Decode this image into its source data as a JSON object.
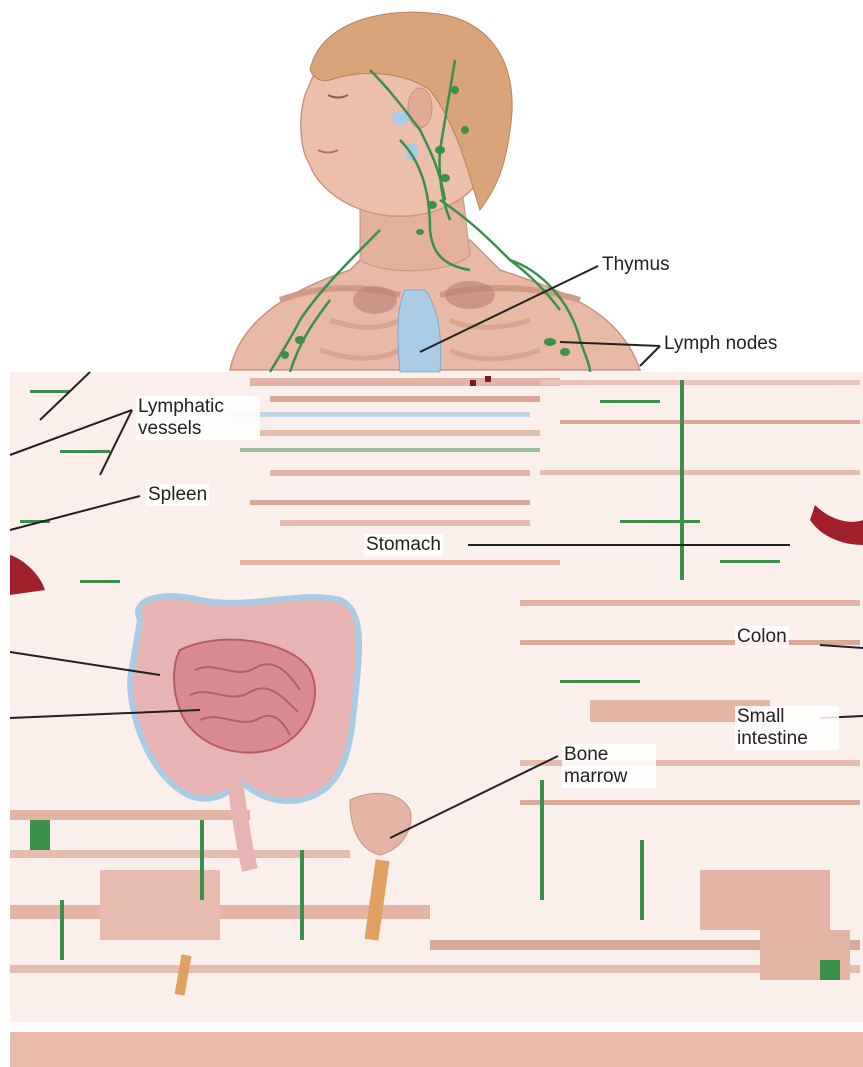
{
  "labels": {
    "thymus": "Thymus",
    "lymph_nodes": "Lymph nodes",
    "lymphatic_vessels": "Lymphatic vessels",
    "spleen": "Spleen",
    "stomach": "Stomach",
    "colon": "Colon",
    "small_intestine": "Small intestine",
    "bone_marrow": "Bone marrow"
  },
  "colors": {
    "skin": "#e8b9a6",
    "skin_dark": "#d39a86",
    "hair": "#d9a47a",
    "lymph_green": "#3a8f4a",
    "thymus_blue": "#a9cbe6",
    "intestine": "#d98a8f",
    "intestine_dark": "#b85a63",
    "organ_red": "#a0202a",
    "bone": "#e0a060",
    "leader_line": "#222222",
    "bottom_band": "#e9b9a9"
  }
}
